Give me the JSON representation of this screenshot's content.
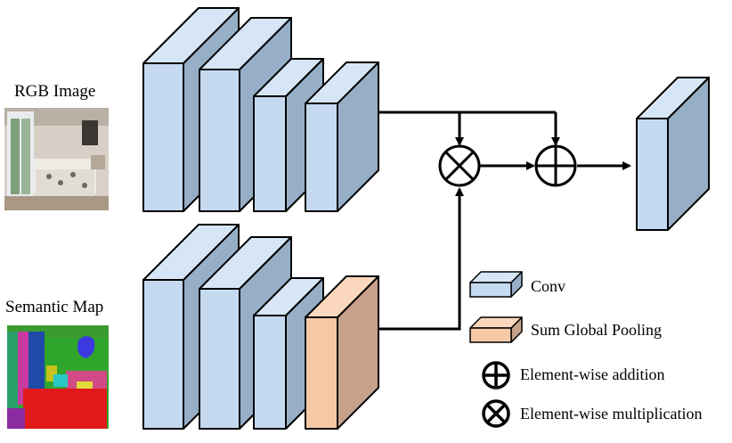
{
  "inputs": {
    "rgb_label": "RGB Image",
    "semantic_label": "Semantic Map"
  },
  "legend": {
    "conv": "Conv",
    "pool": "Sum Global Pooling",
    "add": "Element-wise addition",
    "mul": "Element-wise multiplication"
  },
  "colors": {
    "conv_front": "#c5daf0",
    "conv_top": "#d6e6f6",
    "conv_side": "#96afc6",
    "pool_front": "#f5c9a6",
    "pool_top": "#fad7bd",
    "pool_side": "#c7a189",
    "stroke": "#000000"
  }
}
